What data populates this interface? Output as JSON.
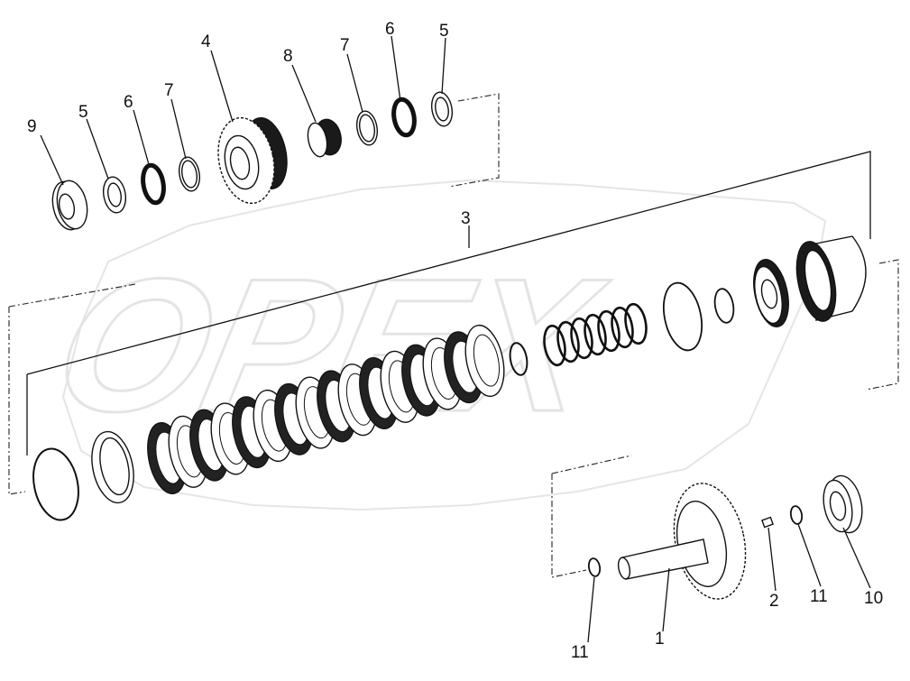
{
  "diagram": {
    "watermark": "OPEX",
    "callouts": {
      "c9": "9",
      "c5a": "5",
      "c6a": "6",
      "c7a": "7",
      "c4": "4",
      "c8": "8",
      "c7b": "7",
      "c6b": "6",
      "c5b": "5",
      "c3": "3",
      "c1": "1",
      "c2": "2",
      "c11a": "11",
      "c11b": "11",
      "c10": "10"
    }
  }
}
